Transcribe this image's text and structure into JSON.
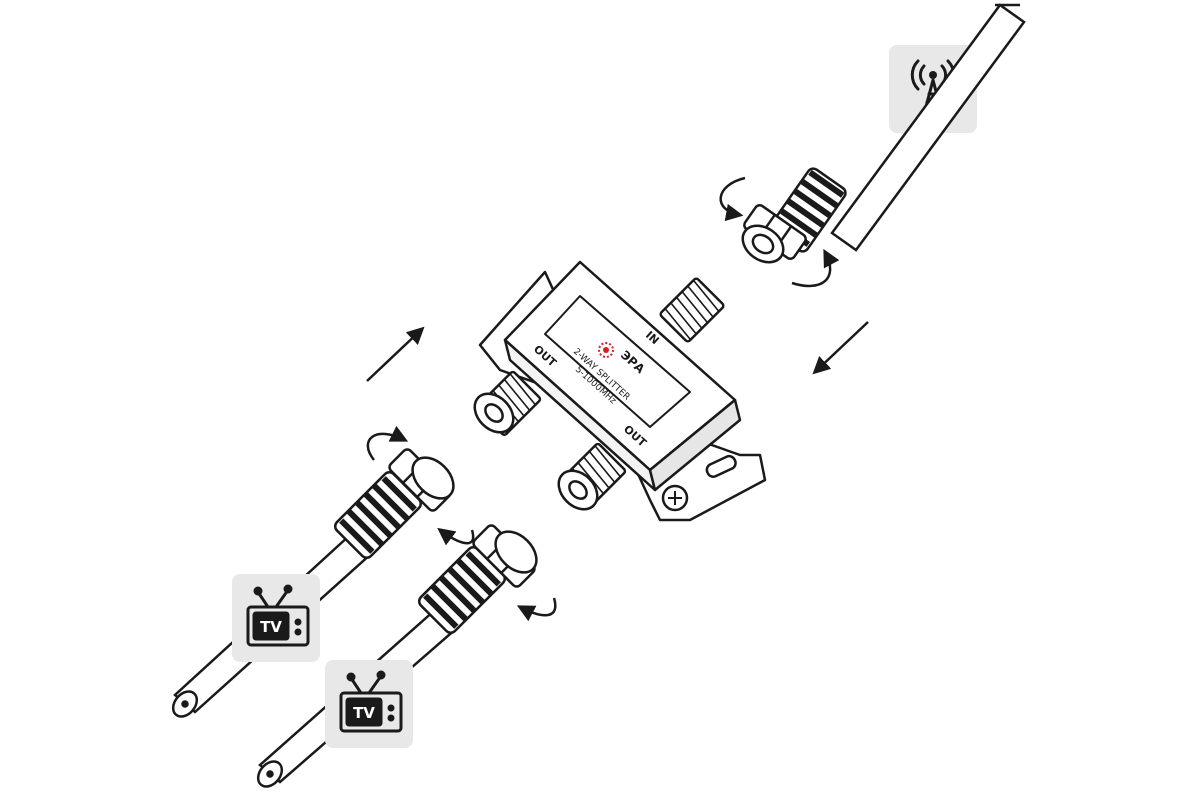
{
  "splitter": {
    "brand": "ЭРА",
    "model_line1": "2-WAY SPLITTER",
    "model_line2": "5-1000MHz",
    "port_in": "IN",
    "port_out_1": "OUT",
    "port_out_2": "OUT"
  },
  "devices": {
    "tv_1_label": "TV",
    "tv_2_label": "TV"
  },
  "colors": {
    "line": "#1a1a1a",
    "icon_bg": "#e8e8e8",
    "brand_red": "#d72020"
  },
  "icons": [
    "antenna-tower-icon",
    "tv-icon",
    "tv-icon",
    "flow-arrow",
    "rotate-arrow"
  ]
}
